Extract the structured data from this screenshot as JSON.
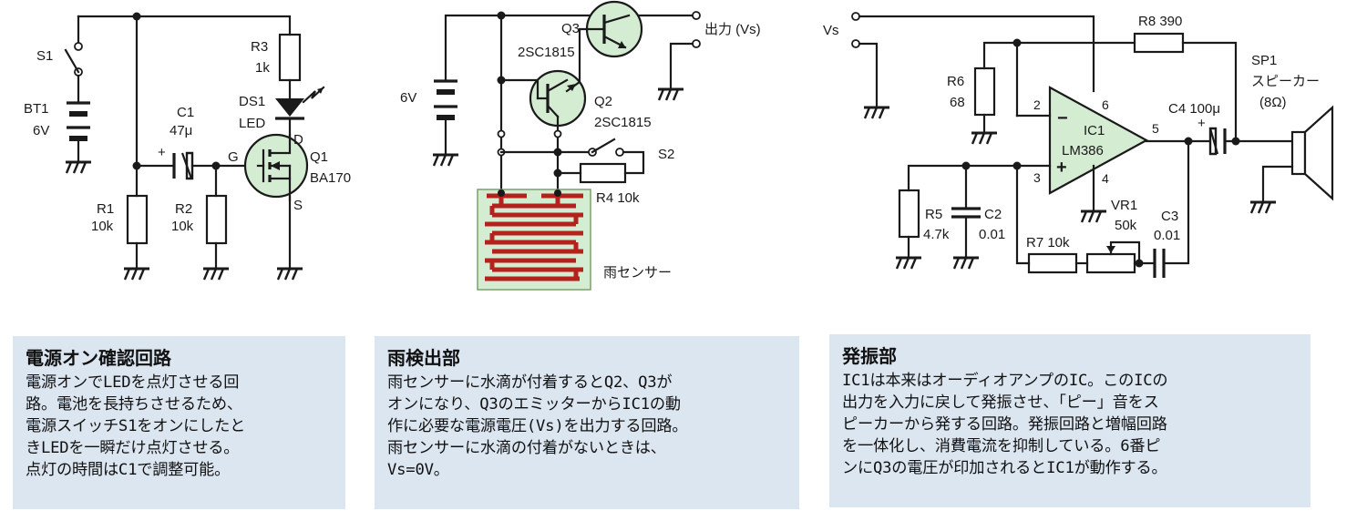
{
  "circuit1": {
    "s1": "S1",
    "bt1": "BT1",
    "bt1_v": "6V",
    "c1": "C1",
    "c1_v": "47μ",
    "plus": "+",
    "r1": "R1",
    "r1_v": "10k",
    "r2": "R2",
    "r2_v": "10k",
    "r3": "R3",
    "r3_v": "1k",
    "ds1": "DS1",
    "led": "LED",
    "g": "G",
    "d": "D",
    "s": "S",
    "q1": "Q1",
    "q1_v": "BA170"
  },
  "circuit2": {
    "q3": "Q3",
    "q3_v": "2SC1815",
    "q2": "Q2",
    "q2_v": "2SC1815",
    "out": "出力 (Vs)",
    "v6": "6V",
    "s2": "S2",
    "r4": "R4 10k",
    "sensor": "雨センサー"
  },
  "circuit3": {
    "vs": "Vs",
    "r8": "R8 390",
    "r6": "R6",
    "r6_v": "68",
    "sp1": "SP1",
    "sp1_v": "スピーカー",
    "sp1_ohm": "(8Ω)",
    "p2": "2",
    "p6": "6",
    "p3": "3",
    "p4": "4",
    "p5": "5",
    "minus": "−",
    "plus": "+",
    "ic1": "IC1",
    "ic1_v": "LM386",
    "c4": "C4 100μ",
    "c4_plus": "+",
    "r5": "R5",
    "r5_v": "4.7k",
    "c2": "C2",
    "c2_v": "0.01",
    "vr1": "VR1",
    "vr1_v": "50k",
    "c3": "C3",
    "c3_v": "0.01",
    "r7": "R7 10k"
  },
  "boxes": [
    {
      "title": "電源オン確認回路",
      "lines": [
        "電源オンでLEDを点灯させる回",
        "路。電池を長持ちさせるため、",
        "電源スイッチS1をオンにしたと",
        "きLEDを一瞬だけ点灯させる。",
        "点灯の時間はC1で調整可能。"
      ]
    },
    {
      "title": "雨検出部",
      "lines": [
        "雨センサーに水滴が付着するとQ2、Q3が",
        "オンになり、Q3のエミッターからIC1の動",
        "作に必要な電源電圧(Vs)を出力する回路。",
        "雨センサーに水滴の付着がないときは、",
        "Vs=0V。"
      ]
    },
    {
      "title": "発振部",
      "lines": [
        "IC1は本来はオーディオアンプのIC。このICの",
        "出力を入力に戻して発振させ、「ピー」音をス",
        "ピーカーから発する回路。発振回路と増幅回路",
        "を一体化し、消費電流を抑制している。6番ピ",
        "ンにQ3の電圧が印加されるとIC1が動作する。"
      ]
    }
  ]
}
